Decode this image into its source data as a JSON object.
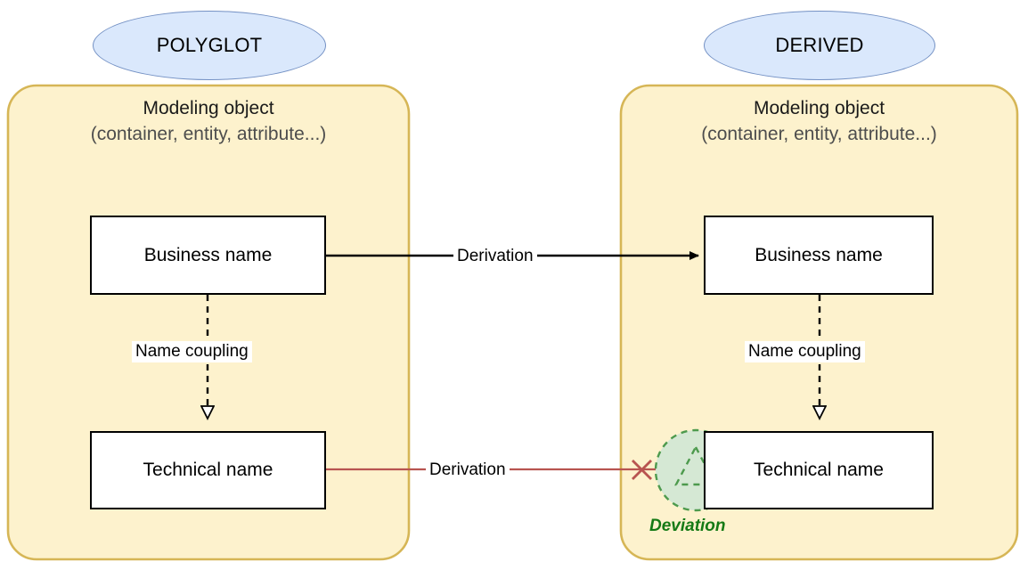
{
  "diagram": {
    "title_left": "POLYGLOT",
    "title_right": "DERIVED",
    "colors": {
      "container_fill": "#fdf2cd",
      "container_stroke": "#d6b656",
      "ellipse_fill": "#dae8fc",
      "ellipse_stroke": "#7491c4",
      "node_fill": "#ffffff",
      "node_stroke": "#000000",
      "broken_link": "#b85450",
      "deviation_green": "#157a15",
      "deviation_fill": "#d5e8d4"
    },
    "left_panel": {
      "badge": "POLYGLOT",
      "heading": "Modeling object",
      "subheading": "(container, entity, attribute...)",
      "business_node": "Business name",
      "technical_node": "Technical name",
      "coupling_label": "Name coupling"
    },
    "right_panel": {
      "badge": "DERIVED",
      "heading": "Modeling object",
      "subheading": "(container, entity, attribute...)",
      "business_node": "Business name",
      "technical_node": "Technical name",
      "coupling_label": "Name coupling"
    },
    "edges": {
      "business_derivation_label": "Derivation",
      "technical_derivation_label": "Derivation",
      "deviation_marker_label": "Deviation"
    }
  }
}
